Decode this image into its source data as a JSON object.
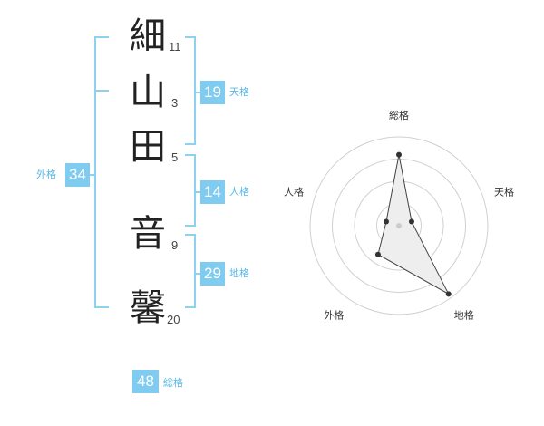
{
  "name": {
    "chars": [
      {
        "char": "細",
        "strokes": "11"
      },
      {
        "char": "山",
        "strokes": "3"
      },
      {
        "char": "田",
        "strokes": "5"
      },
      {
        "char": "音",
        "strokes": "9"
      },
      {
        "char": "馨",
        "strokes": "20"
      }
    ]
  },
  "fortune": {
    "tenkaku": {
      "value": "19",
      "label": "天格"
    },
    "jinkaku": {
      "value": "14",
      "label": "人格"
    },
    "chikaku": {
      "value": "29",
      "label": "地格"
    },
    "gaikaku": {
      "value": "34",
      "label": "外格"
    },
    "soukaku": {
      "value": "48",
      "label": "総格"
    }
  },
  "radar": {
    "axes": [
      "総格",
      "天格",
      "地格",
      "外格",
      "人格"
    ],
    "values": [
      0.8,
      0.15,
      0.95,
      0.4,
      0.15
    ],
    "ring_count": 4,
    "colors": {
      "ring": "#d0d0d0",
      "fill": "#eeeeee",
      "line": "#444444",
      "point": "#333333",
      "center": "#cccccc"
    }
  },
  "colors": {
    "accent": "#7fccf0",
    "bracket": "#8ed0f2",
    "label": "#5bb8e8"
  }
}
